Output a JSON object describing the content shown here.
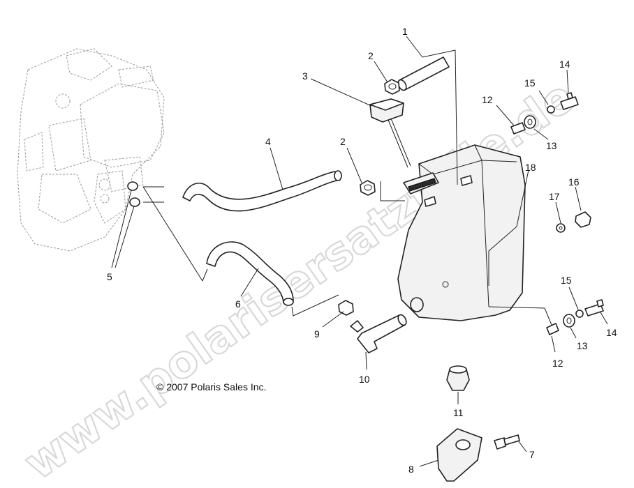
{
  "copyright": "© 2007 Polaris Sales Inc.",
  "watermark": "www.polarisersatzteile.de",
  "callouts": [
    "1",
    "2",
    "3",
    "2",
    "4",
    "5",
    "6",
    "9",
    "10",
    "11",
    "8",
    "7",
    "12",
    "15",
    "14",
    "13",
    "18",
    "17",
    "16",
    "15",
    "14",
    "13",
    "12"
  ]
}
